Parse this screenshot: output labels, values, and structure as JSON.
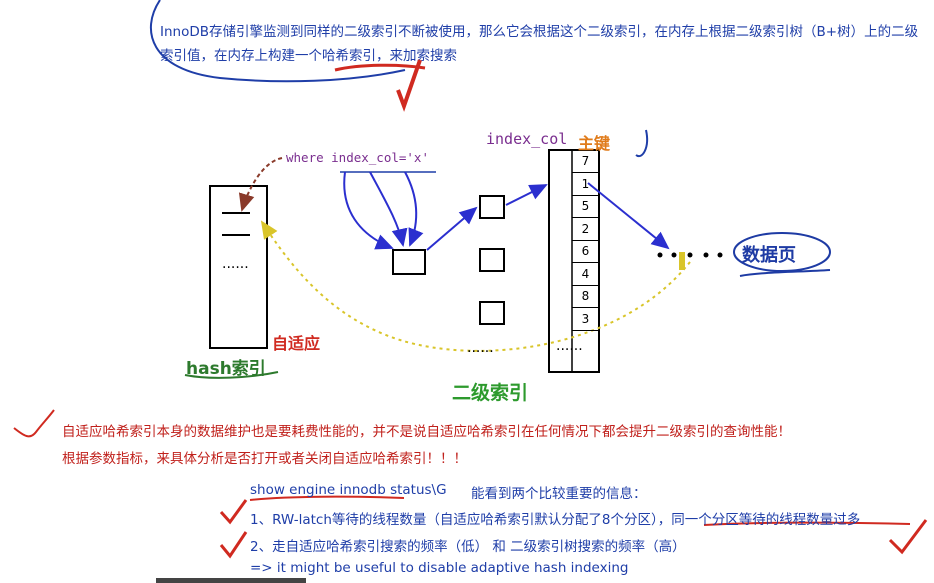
{
  "intro": "InnoDB存储引擎监测到同样的二级索引不断被使用，那么它会根据这个二级索引，在内存上根据二级索引树（B+树）上的二级索引值，在内存上构建一个哈希索引，来加索搜索",
  "diagram": {
    "where_clause": "where index_col='x'",
    "index_col_label": "index_col",
    "primary_key_label": "主键",
    "leaf_values": [
      "7",
      "1",
      "5",
      "2",
      "6",
      "4",
      "8",
      "3"
    ],
    "ellipsis": "......",
    "data_page_label": "数据页",
    "hash_index_label": "hash索引",
    "adaptive_label": "自适应",
    "secondary_index_label": "二级索引"
  },
  "notes": {
    "line1": "自适应哈希索引本身的数据维护也是要耗费性能的，并不是说自适应哈希索引在任何情况下都会提升二级索引的查询性能！",
    "line2": "根据参数指标，来具体分析是否打开或者关闭自适应哈希索引！！！"
  },
  "status": {
    "command": "show engine innodb status\\G",
    "command_desc": "能看到两个比较重要的信息：",
    "item1": "1、RW-latch等待的线程数量（自适应哈希索引默认分配了8个分区），同一个分区等待的线程数量过多",
    "item2": "2、走自适应哈希索引搜索的频率（低） 和 二级索引树搜索的频率（高）",
    "conclusion": "=> it might be useful to disable adaptive hash indexing"
  }
}
